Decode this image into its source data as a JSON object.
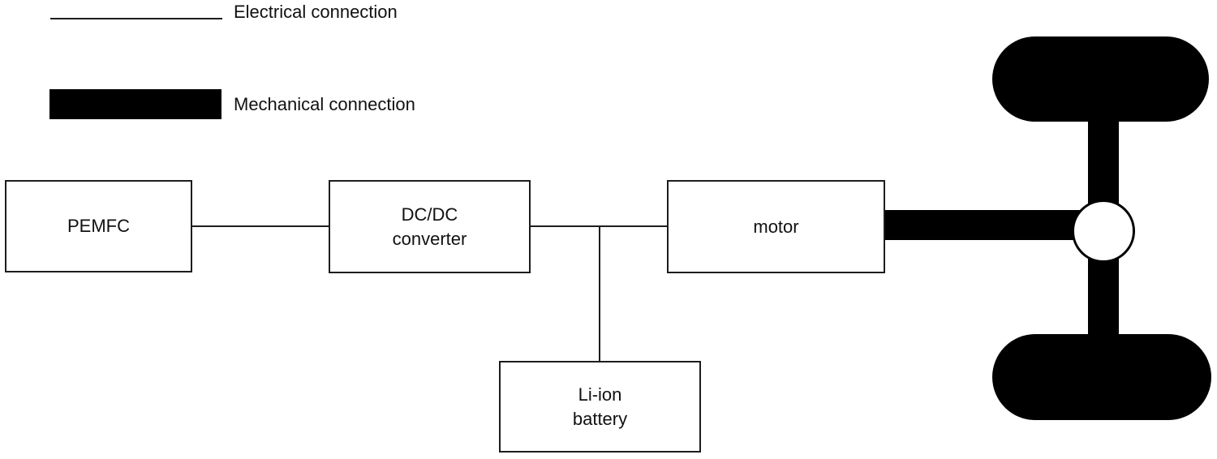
{
  "legend": {
    "electrical_label": "Electrical connection",
    "mechanical_label": "Mechanical connection"
  },
  "blocks": {
    "pemfc": {
      "label": "PEMFC"
    },
    "dcdc_converter": {
      "line1": "DC/DC",
      "line2": "converter"
    },
    "motor": {
      "label": "motor"
    },
    "li_ion_battery": {
      "line1": "Li-ion",
      "line2": "battery"
    }
  },
  "connections": {
    "electrical": [
      "PEMFC - DC/DC converter",
      "DC/DC converter - motor",
      "DC/DC-motor junction - Li-ion battery"
    ],
    "mechanical": [
      "motor - differential",
      "differential - front wheel",
      "differential - rear wheel"
    ]
  },
  "colors": {
    "background": "#ffffff",
    "line": "#1d1d1d",
    "mechanical_fill": "#000000",
    "box_fill": "#ffffff"
  }
}
